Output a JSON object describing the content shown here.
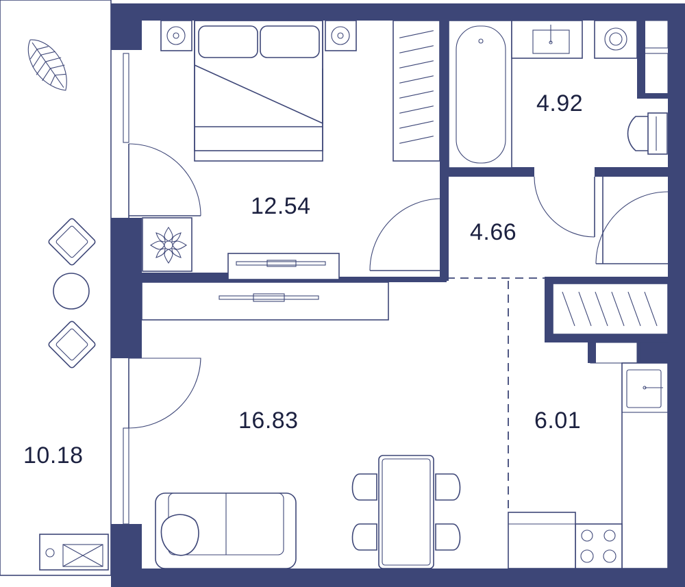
{
  "colors": {
    "wall": "#3d4677",
    "text": "#1c2140",
    "background": "#ffffff"
  },
  "rooms": [
    {
      "id": "bedroom",
      "area": "12.54"
    },
    {
      "id": "bathroom",
      "area": "4.92"
    },
    {
      "id": "hallway",
      "area": "4.66"
    },
    {
      "id": "living-room",
      "area": "16.83"
    },
    {
      "id": "kitchen",
      "area": "6.01"
    },
    {
      "id": "balcony",
      "area": "10.18"
    }
  ]
}
